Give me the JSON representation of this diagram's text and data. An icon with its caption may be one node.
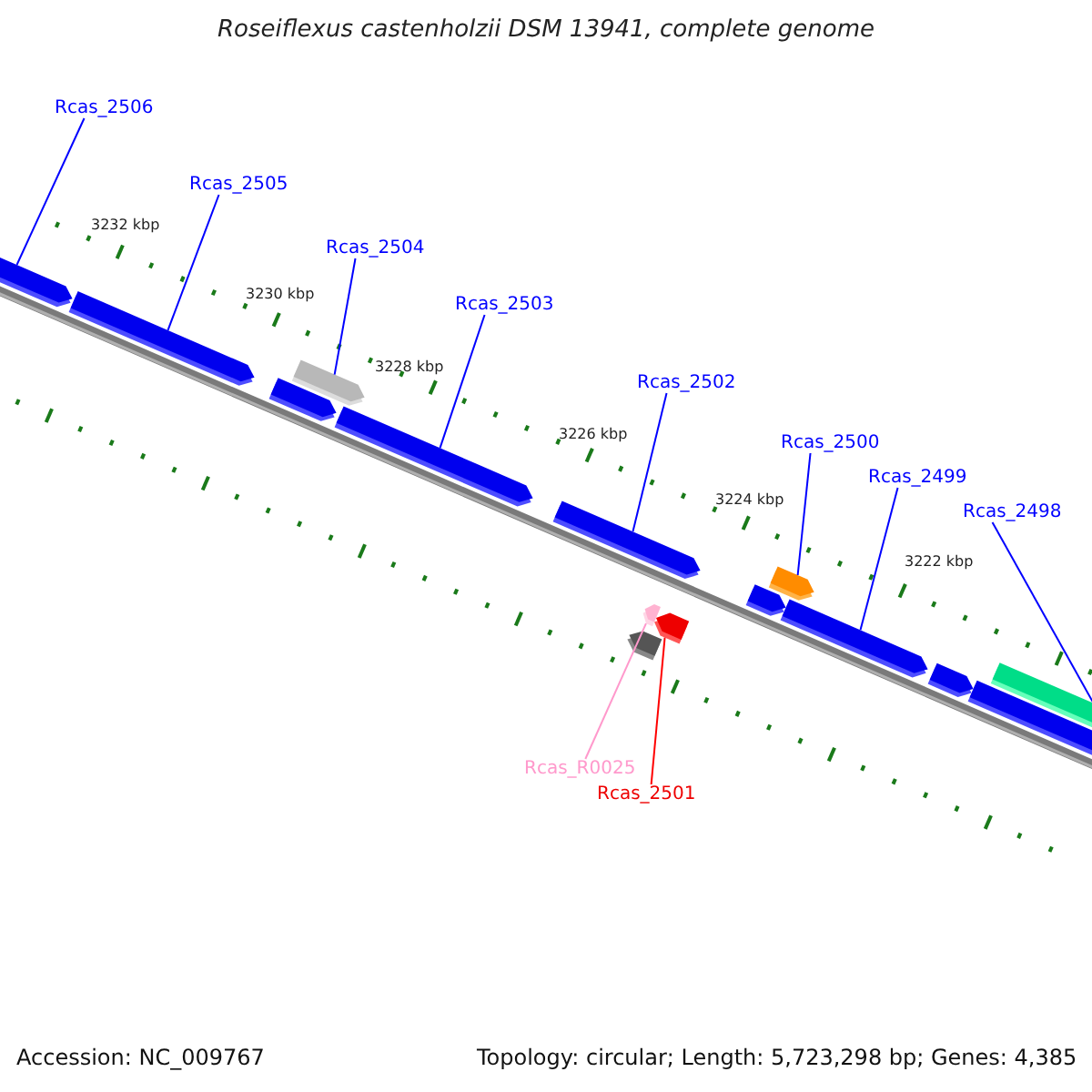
{
  "diagram": {
    "title": "Roseiflexus castenholzii DSM 13941, complete genome",
    "nodes": [
      {
        "text": [
          "Rcas_2506"
        ]
      },
      {
        "text": [
          "Rcas_2505"
        ]
      },
      {
        "text": [
          "Rcas_2504"
        ]
      },
      {
        "text": [
          "Rcas_2503"
        ]
      },
      {
        "text": [
          "Rcas_2502"
        ]
      },
      {
        "text": [
          "Rcas_2500"
        ]
      },
      {
        "text": [
          "Rcas_2499"
        ]
      },
      {
        "text": [
          "Rcas_2498"
        ]
      },
      {
        "text": [
          "Rcas_R0025"
        ]
      },
      {
        "text": [
          "Rcas_2501"
        ]
      },
      {
        "text": [],
        "shape": "bar"
      },
      {
        "text": [],
        "shape": "bar"
      },
      {
        "text": [],
        "shape": "bar"
      },
      {
        "text": [],
        "shape": "bar"
      },
      {
        "text": [],
        "shape": "bar"
      },
      {
        "text": [],
        "shape": "bar"
      },
      {
        "text": [],
        "shape": "bar"
      },
      {
        "text": [],
        "shape": "bar"
      },
      {
        "text": [],
        "shape": "bar"
      },
      {
        "text": [],
        "shape": "bar"
      }
    ],
    "edges": [
      {
        "from": 0,
        "to": 10,
        "arrow": "none"
      },
      {
        "from": 1,
        "to": 11,
        "arrow": "none"
      },
      {
        "from": 2,
        "to": 12,
        "arrow": "none"
      },
      {
        "from": 3,
        "to": 13,
        "arrow": "none"
      },
      {
        "from": 4,
        "to": 14,
        "arrow": "none"
      },
      {
        "from": 5,
        "to": 17,
        "arrow": "none"
      },
      {
        "from": 6,
        "to": 18,
        "arrow": "none"
      },
      {
        "from": 7,
        "to": 19,
        "arrow": "none"
      },
      {
        "from": 8,
        "to": 15,
        "arrow": "none",
        "color": "#ff99cc"
      },
      {
        "from": 9,
        "to": 16,
        "arrow": "none",
        "color": "#ff0000"
      }
    ],
    "labels": [
      "3232 kbp",
      "3230 kbp",
      "3228 kbp",
      "3226 kbp",
      "3224 kbp",
      "3222 kbp",
      "Accession: NC_009767",
      "Topology: circular; Length: 5,723,298 bp; Genes: 4,385"
    ]
  }
}
